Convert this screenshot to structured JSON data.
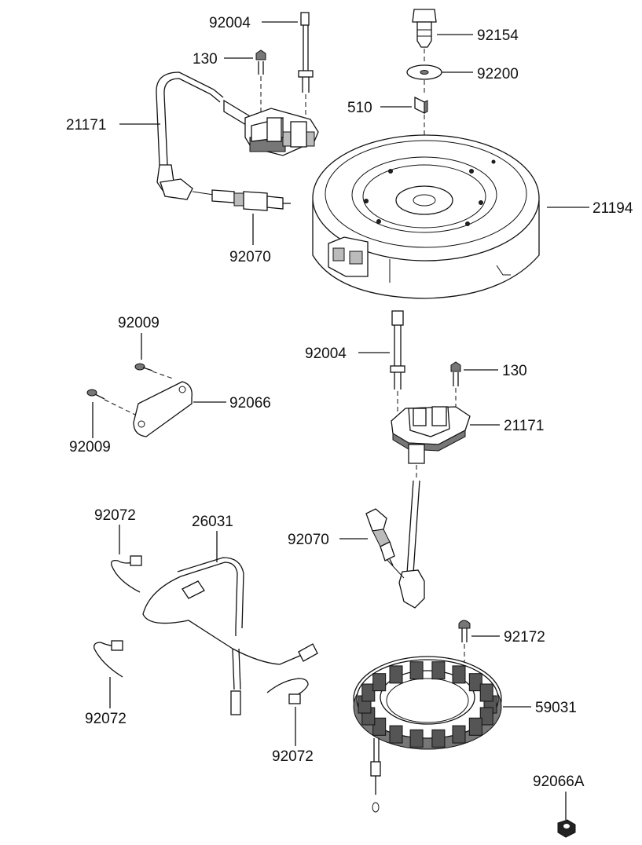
{
  "parts": [
    {
      "id": "p-92004-top",
      "label": "92004"
    },
    {
      "id": "p-130-top",
      "label": "130"
    },
    {
      "id": "p-21171-top",
      "label": "21171"
    },
    {
      "id": "p-92070-top",
      "label": "92070"
    },
    {
      "id": "p-92154",
      "label": "92154"
    },
    {
      "id": "p-92200",
      "label": "92200"
    },
    {
      "id": "p-510",
      "label": "510"
    },
    {
      "id": "p-21194",
      "label": "21194"
    },
    {
      "id": "p-92009-top",
      "label": "92009"
    },
    {
      "id": "p-92066",
      "label": "92066"
    },
    {
      "id": "p-92009-bottom",
      "label": "92009"
    },
    {
      "id": "p-92004-mid",
      "label": "92004"
    },
    {
      "id": "p-130-mid",
      "label": "130"
    },
    {
      "id": "p-21171-mid",
      "label": "21171"
    },
    {
      "id": "p-92070-mid",
      "label": "92070"
    },
    {
      "id": "p-92072-a",
      "label": "92072"
    },
    {
      "id": "p-26031",
      "label": "26031"
    },
    {
      "id": "p-92072-b",
      "label": "92072"
    },
    {
      "id": "p-92072-c",
      "label": "92072"
    },
    {
      "id": "p-92172",
      "label": "92172"
    },
    {
      "id": "p-59031",
      "label": "59031"
    },
    {
      "id": "p-92066A",
      "label": "92066A"
    }
  ],
  "colors": {
    "line": "#111111",
    "background": "#ffffff",
    "shade": "#777777"
  }
}
